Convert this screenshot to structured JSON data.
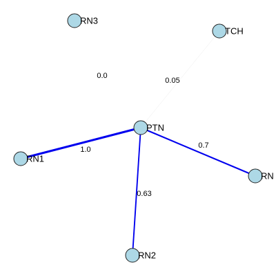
{
  "graph": {
    "nodes": [
      {
        "id": "RN3",
        "label": "RN3",
        "color": "#add8e6"
      },
      {
        "id": "TCH",
        "label": "TCH",
        "color": "#add8e6"
      },
      {
        "id": "PTN",
        "label": "PTN",
        "color": "#add8e6"
      },
      {
        "id": "RN1",
        "label": "RN1",
        "color": "#add8e6"
      },
      {
        "id": "RN",
        "label": "RN",
        "color": "#add8e6"
      },
      {
        "id": "RN2",
        "label": "RN2",
        "color": "#add8e6"
      }
    ],
    "edges": [
      {
        "source": "PTN",
        "target": "RN3",
        "weight": "0.0"
      },
      {
        "source": "PTN",
        "target": "TCH",
        "weight": "0.05"
      },
      {
        "source": "PTN",
        "target": "RN1",
        "weight": "1.0"
      },
      {
        "source": "PTN",
        "target": "RN",
        "weight": "0.7"
      },
      {
        "source": "PTN",
        "target": "RN2",
        "weight": "0.63"
      }
    ],
    "edge_color": "#0000ee",
    "node_stroke": "#222222"
  }
}
